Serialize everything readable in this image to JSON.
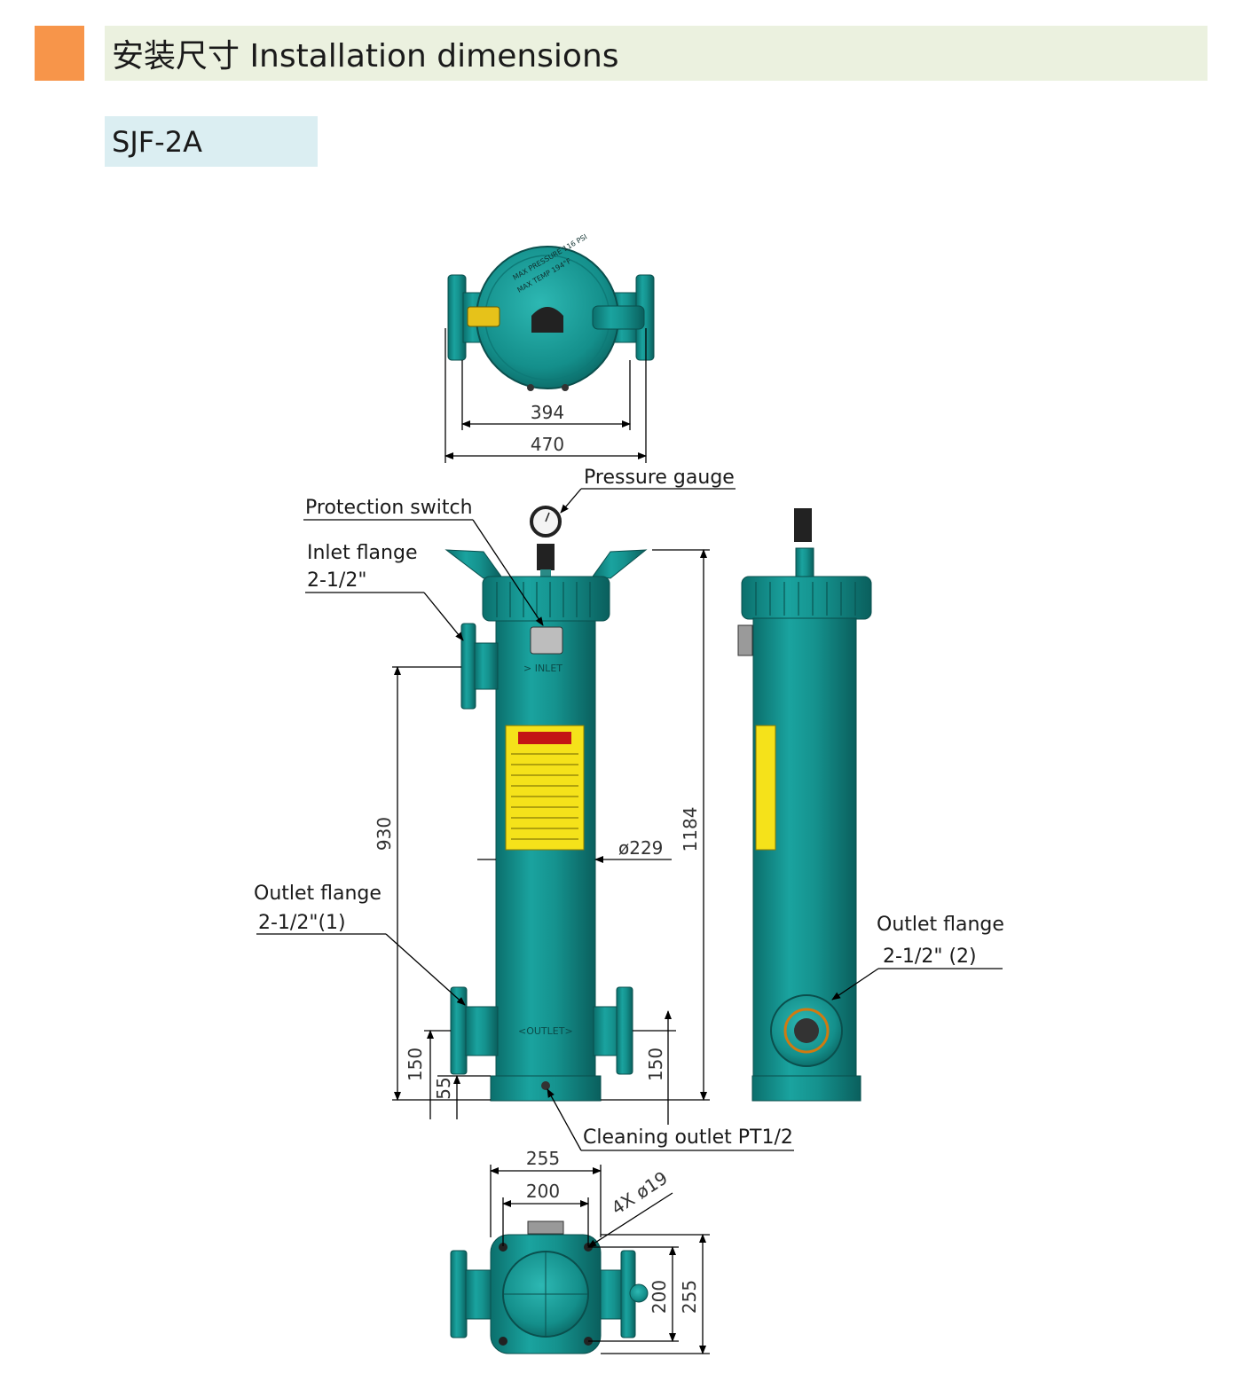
{
  "header": {
    "title": "安装尺寸 Installation dimensions",
    "model": "SJF-2A"
  },
  "labels": {
    "pressure_gauge": "Pressure gauge",
    "protection_switch": "Protection switch",
    "inlet_flange_line1": "Inlet flange",
    "inlet_flange_line2": "2-1/2\"",
    "outlet_flange1_line1": "Outlet flange",
    "outlet_flange1_line2": "2-1/2\"(1)",
    "outlet_flange2_line1": "Outlet flange",
    "outlet_flange2_line2": "2-1/2\" (2)",
    "cleaning_outlet": "Cleaning outlet PT1/2"
  },
  "dimensions": {
    "top_inner_width": "394",
    "top_outer_width": "470",
    "inlet_height": "930",
    "total_height": "1184",
    "diameter": "ø229",
    "outlet_height_left": "150",
    "base_height": "55",
    "outlet_height_right": "150",
    "base_outer": "255",
    "base_inner": "200",
    "bolt_holes": "4X ø19",
    "base_inner_side": "200",
    "base_outer_side": "255"
  },
  "housing_text": {
    "inlet_mark": "> INLET",
    "outlet_mark": "<OUTLET>",
    "top_cap_line1": "MAX PRESSURE 116 PSI",
    "top_cap_line2": "MAX TEMP 194°F"
  },
  "colors": {
    "accent": "#f7954a",
    "title_bg": "#ebf1df",
    "model_bg": "#dbeef2",
    "body_teal": "#138f8c",
    "warning_label": "#f5e21a"
  }
}
